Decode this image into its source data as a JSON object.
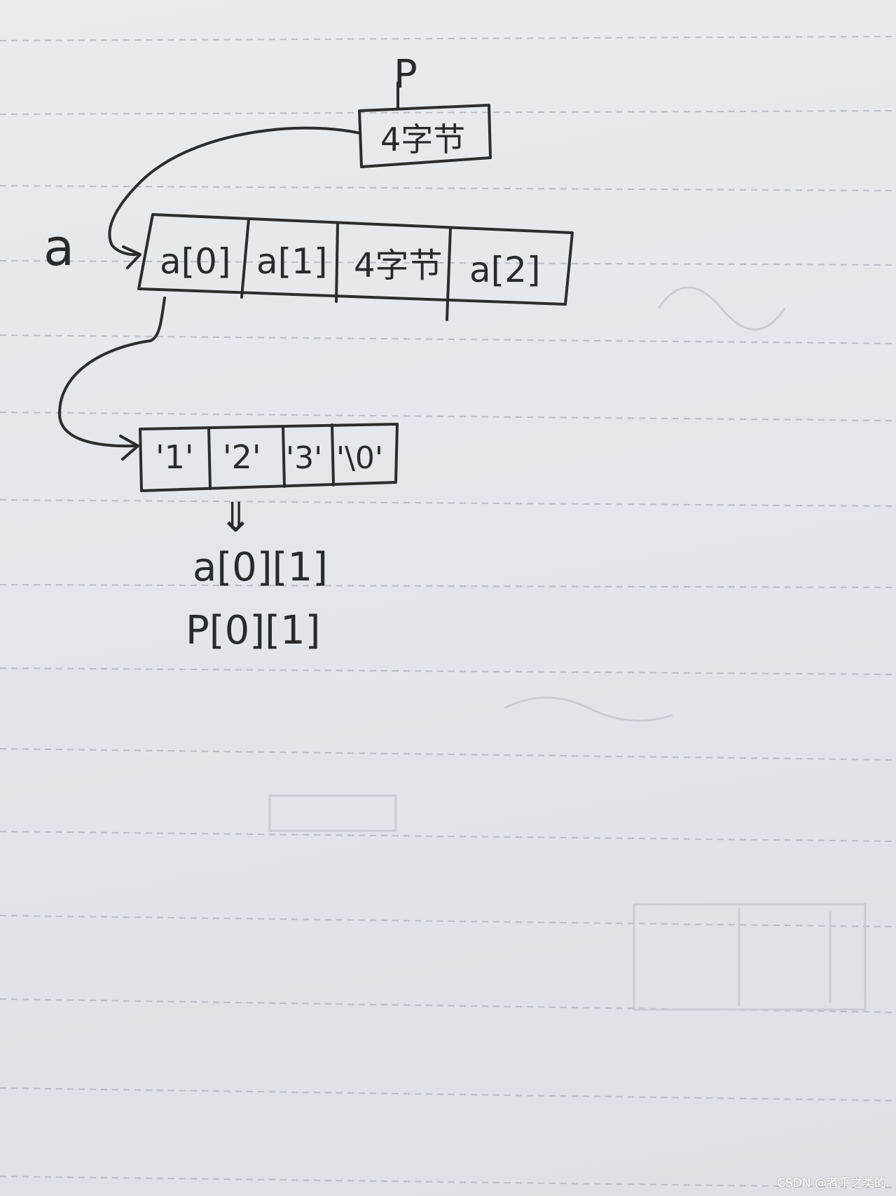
{
  "diagram": {
    "pointer_p_label": "P",
    "pointer_p_box": "4字节",
    "array_a_label": "a",
    "array_a_cells": [
      "a[0]",
      "a[1]",
      "4字节",
      "a[2]"
    ],
    "string_cells": [
      "'1'",
      "'2'",
      "'3'",
      "'\\0'"
    ],
    "arrow_down": "⇓",
    "expression_1": "a[0][1]",
    "expression_2": "P[0][1]"
  },
  "watermark": "CSDN @者乎之类的",
  "colors": {
    "paper": "#e7e9ec",
    "ink": "#2c2c2c",
    "rule": "#b9bec7"
  }
}
